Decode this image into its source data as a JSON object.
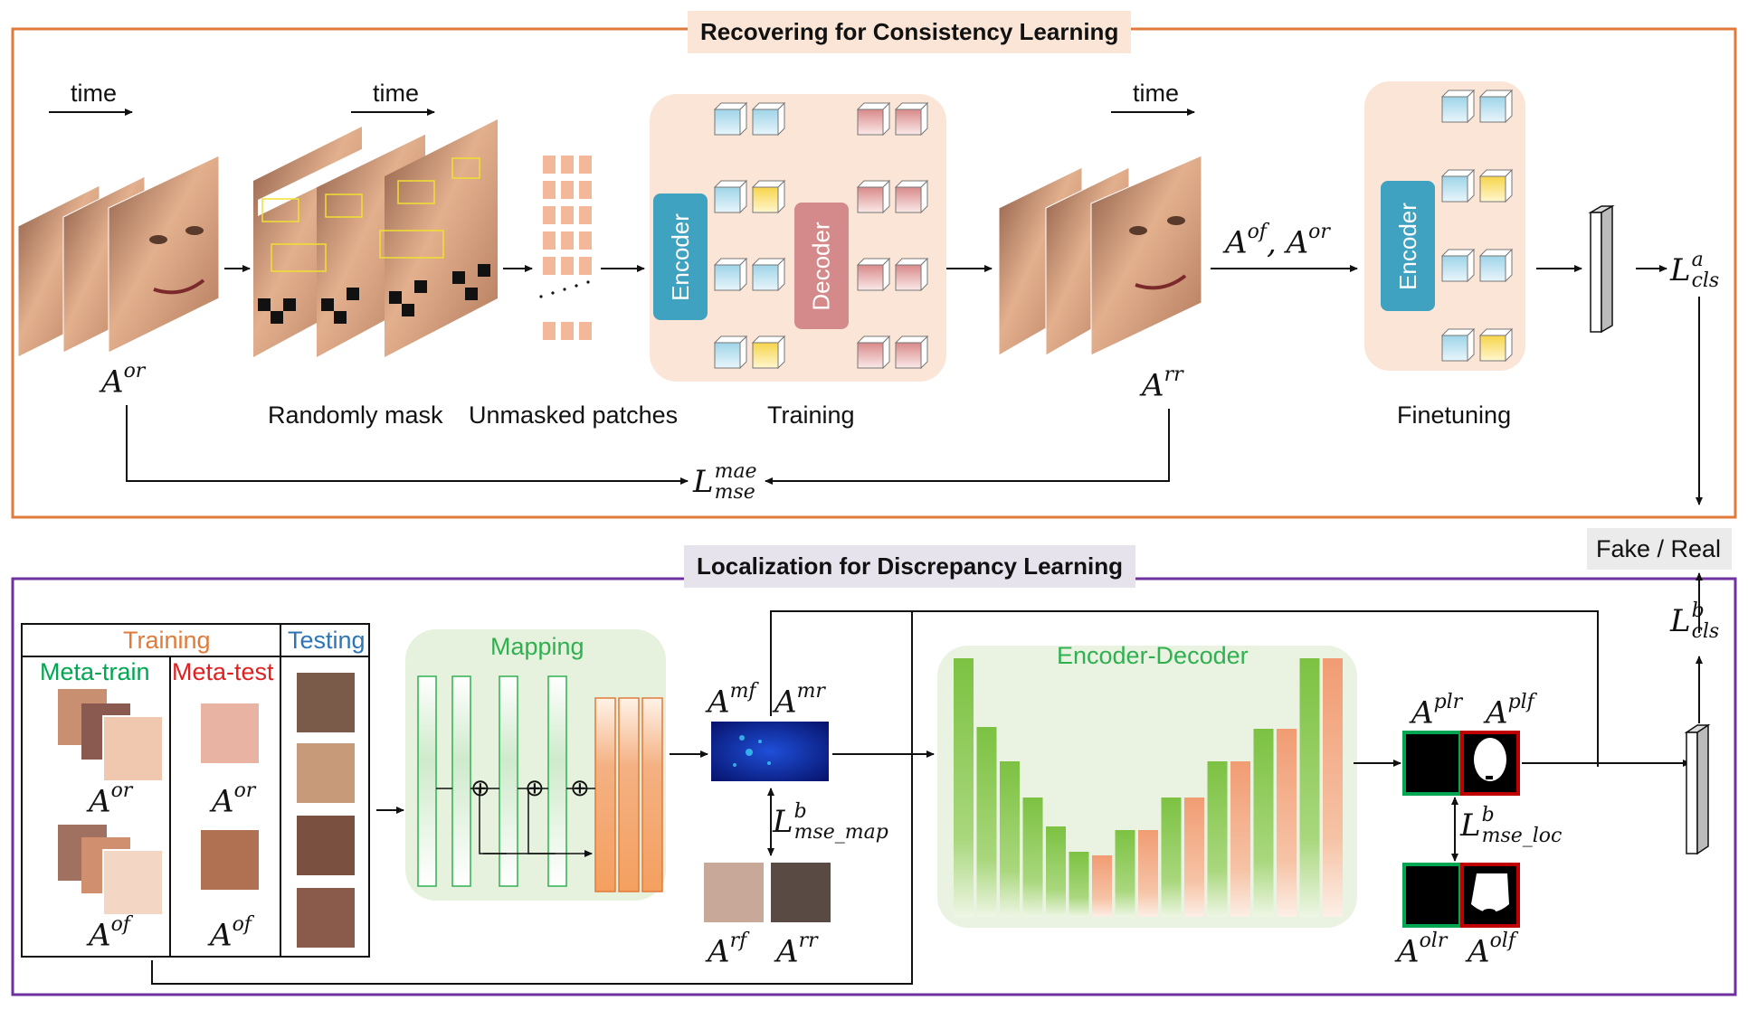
{
  "top_section": {
    "title": "Recovering for Consistency Learning",
    "time_label_1": "time",
    "time_label_2": "time",
    "time_label_3": "time",
    "label_randomly_mask": "Randomly mask",
    "label_unmasked_patches": "Unmasked patches",
    "label_training": "Training",
    "label_finetuning": "Finetuning",
    "encoder_label": "Encoder",
    "decoder_label": "Decoder",
    "finetune_encoder_label": "Encoder",
    "math_a_or": {
      "base": "A",
      "sup": "or"
    },
    "math_a_rr": {
      "base": "A",
      "sup": "rr"
    },
    "math_input_pair": {
      "base1": "A",
      "sup1": "of",
      "sep": ", ",
      "base2": "A",
      "sup2": "or"
    },
    "math_l_mse_mae": {
      "base": "L",
      "sup": "mae",
      "sub": "mse"
    },
    "math_l_cls_a": {
      "base": "L",
      "sup": "a",
      "sub": "cls"
    }
  },
  "output_label": "Fake / Real",
  "bottom_section": {
    "title": "Localization for Discrepancy Learning",
    "training_header": "Training",
    "testing_header": "Testing",
    "meta_train_header": "Meta-train",
    "meta_test_header": "Meta-test",
    "mapping_label": "Mapping",
    "encoder_decoder_label": "Encoder-Decoder",
    "oplus_symbol": "⊕",
    "math_a_or_train": {
      "base": "A",
      "sup": "or"
    },
    "math_a_of_train": {
      "base": "A",
      "sup": "of"
    },
    "math_a_or_test": {
      "base": "A",
      "sup": "or"
    },
    "math_a_of_test": {
      "base": "A",
      "sup": "of"
    },
    "math_a_mf": {
      "base": "A",
      "sup": "mf"
    },
    "math_a_mr": {
      "base": "A",
      "sup": "mr"
    },
    "math_a_rf": {
      "base": "A",
      "sup": "rf"
    },
    "math_a_rr": {
      "base": "A",
      "sup": "rr"
    },
    "math_a_plr": {
      "base": "A",
      "sup": "plr"
    },
    "math_a_plf": {
      "base": "A",
      "sup": "plf"
    },
    "math_a_olr": {
      "base": "A",
      "sup": "olr"
    },
    "math_a_olf": {
      "base": "A",
      "sup": "olf"
    },
    "math_l_mse_map": {
      "base": "L",
      "sup": "b",
      "sub": "mse_map"
    },
    "math_l_mse_loc": {
      "base": "L",
      "sup": "b",
      "sub": "mse_loc"
    },
    "math_l_cls_b": {
      "base": "L",
      "sup": "b",
      "sub": "cls"
    }
  },
  "colors": {
    "top_border": "#e07b39",
    "bottom_border": "#7030a0",
    "training_orange": "#e07b39",
    "testing_blue": "#2e75b6",
    "meta_train_green": "#00a651",
    "meta_test_red": "#e02020",
    "mapping_green": "#30b050",
    "encoder_teal": "#3ea2c0",
    "decoder_rose": "#d48a8a",
    "bar_green": "#84c341",
    "bar_orange": "#f2a57e"
  }
}
